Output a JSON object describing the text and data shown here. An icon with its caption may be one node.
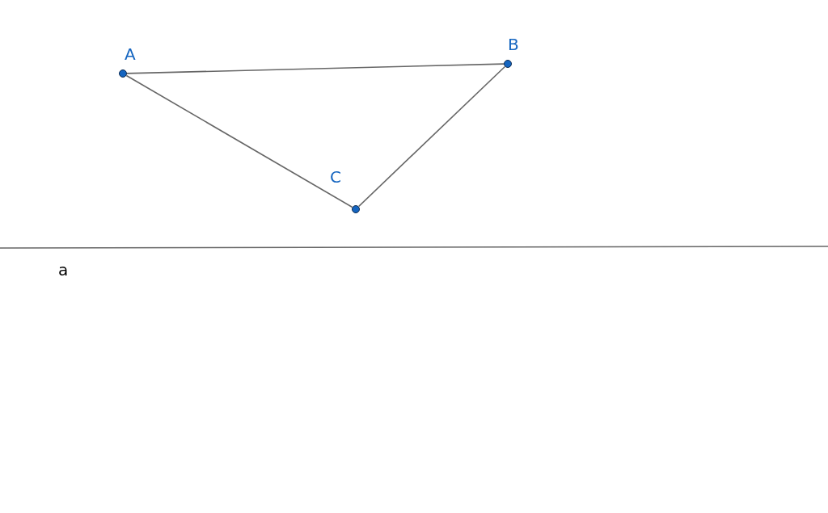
{
  "diagram": {
    "nodes": [
      {
        "text": [
          "A"
        ]
      },
      {
        "text": [
          "B"
        ]
      },
      {
        "text": [
          "C"
        ]
      }
    ],
    "edges": [
      {
        "from": 0,
        "to": 1,
        "arrow": "none"
      },
      {
        "from": 1,
        "to": 2,
        "arrow": "none"
      },
      {
        "from": 2,
        "to": 0,
        "arrow": "none"
      }
    ],
    "labels": [
      "a"
    ]
  }
}
